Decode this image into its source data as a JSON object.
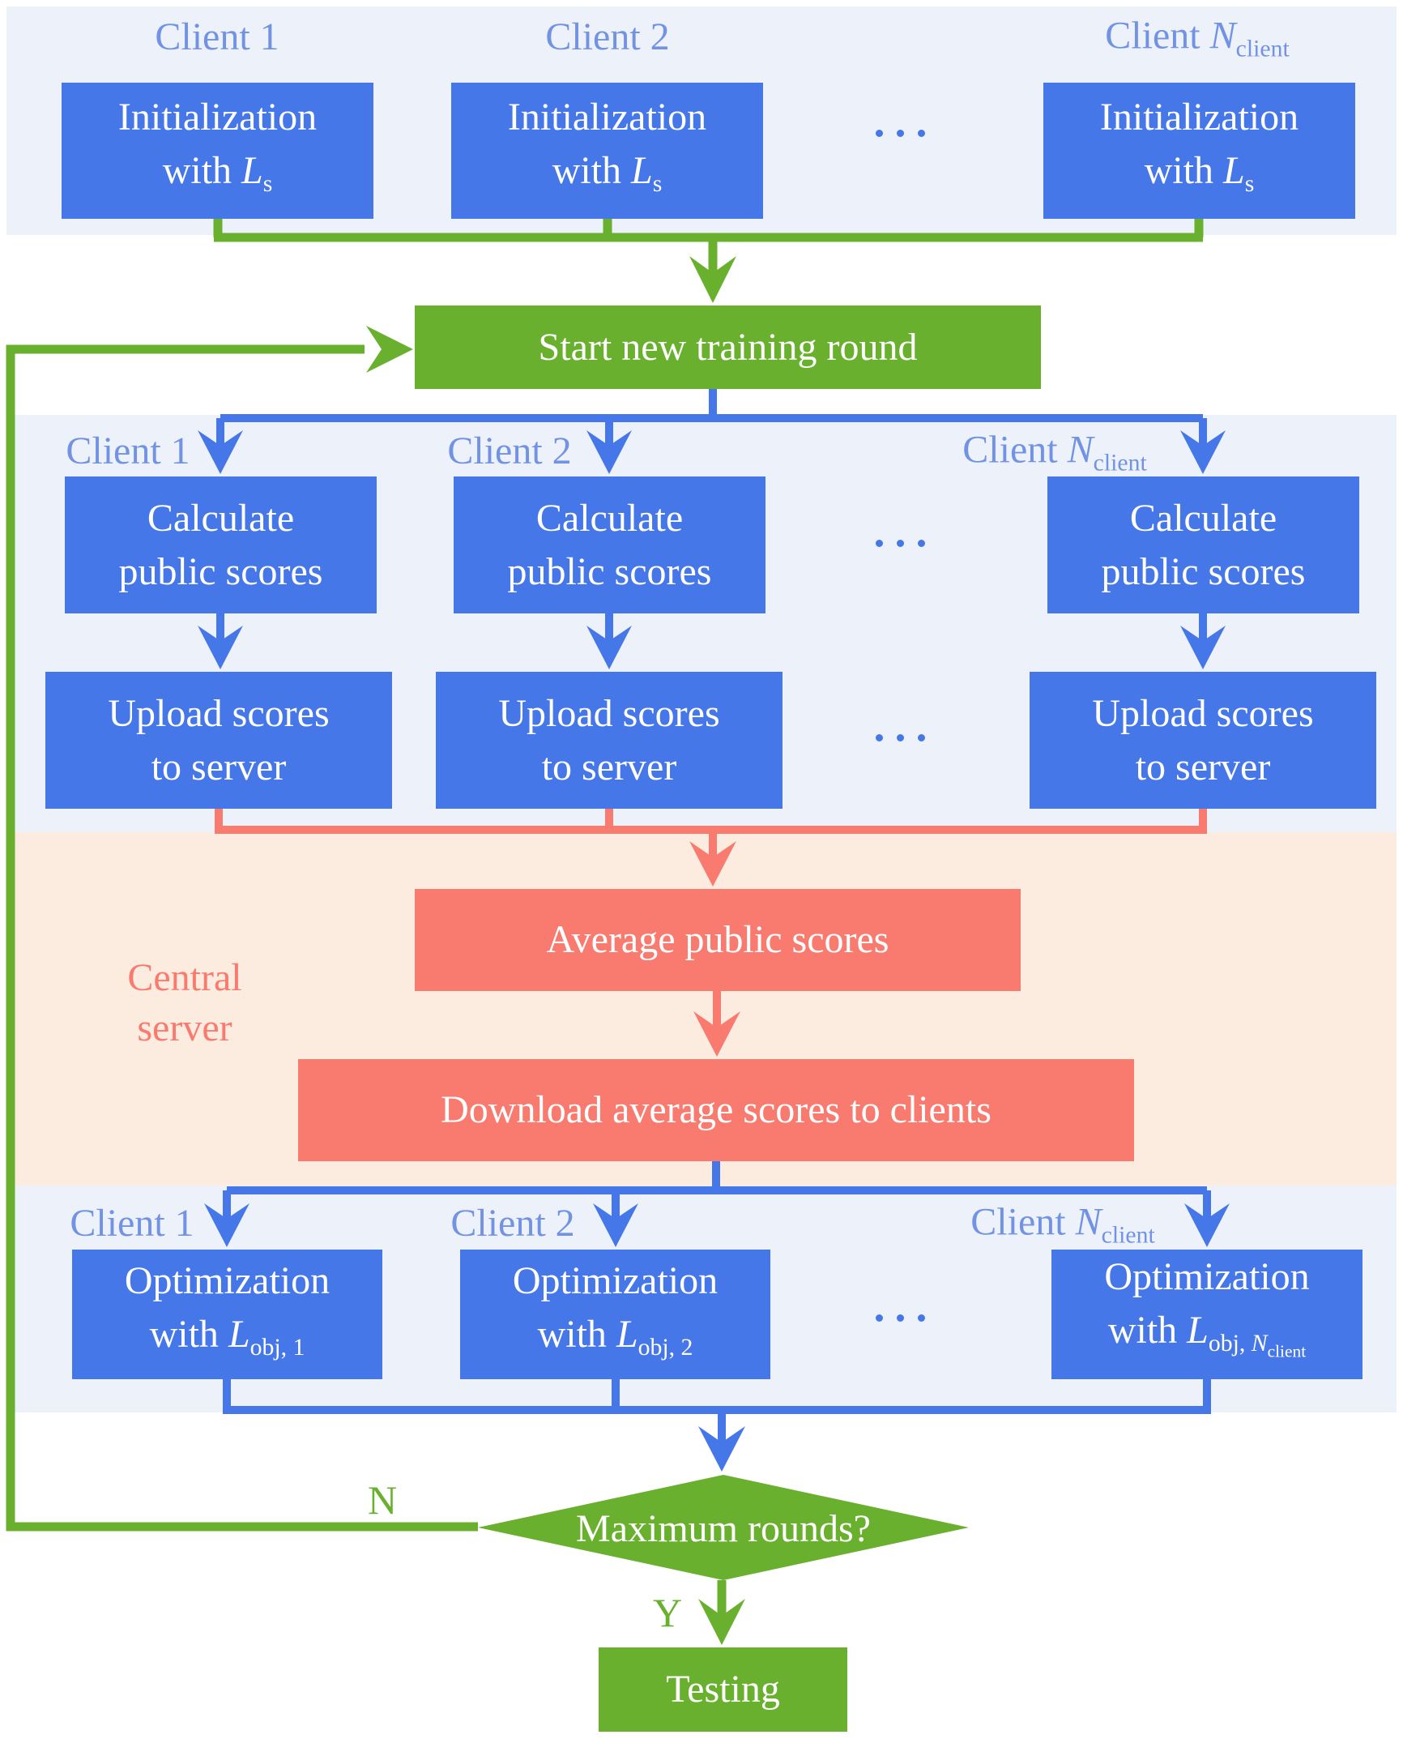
{
  "colors": {
    "client_box_blue": "#4677E8",
    "client_label_blue": "#7293E4",
    "action_green": "#68B02E",
    "server_salmon": "#F97B70",
    "client_band_bg": "#EDF1FA",
    "server_band_bg": "#FCEBDF"
  },
  "init_row": {
    "client1_label": "Client 1",
    "client2_label": "Client 2",
    "clientN_prefix": "Client ",
    "clientN_var": "N",
    "clientN_sub": "client",
    "box_line1": "Initialization",
    "box_with": "with ",
    "box_var": "L",
    "box_sub": "s"
  },
  "start": {
    "label": "Start new training round"
  },
  "work_row": {
    "client1_label": "Client 1",
    "client2_label": "Client 2",
    "clientN_prefix": "Client ",
    "clientN_var": "N",
    "clientN_sub": "client",
    "calc_line1": "Calculate",
    "calc_line2": "public scores",
    "upload_line1": "Upload scores",
    "upload_line2": "to server"
  },
  "server": {
    "label_line1": "Central",
    "label_line2": "server",
    "average_label": "Average public scores",
    "download_label": "Download average scores to clients"
  },
  "opt_row": {
    "client1_label": "Client 1",
    "client2_label": "Client 2",
    "clientN_prefix": "Client ",
    "clientN_var": "N",
    "clientN_sub": "client",
    "box_line1": "Optimization",
    "box_with": "with ",
    "box_var": "L",
    "sub_prefix": "obj, ",
    "sub_client1": "1",
    "sub_client2": "2",
    "sub_varN": "N",
    "sub_varN_sub": "client"
  },
  "decision": {
    "label": "Maximum rounds?",
    "no_label": "N",
    "yes_label": "Y"
  },
  "testing": {
    "label": "Testing"
  }
}
